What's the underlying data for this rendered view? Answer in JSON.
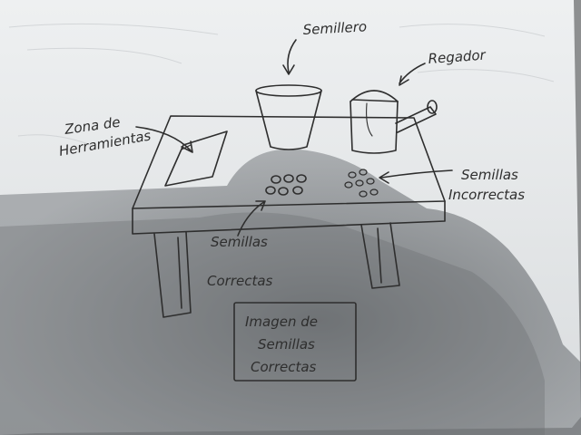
{
  "labels": {
    "seedbed": "Semillero",
    "watering_can": "Regador",
    "tool_zone_line1": "Zona de",
    "tool_zone_line2": "Herramientas",
    "correct_seeds_line1": "Semillas",
    "correct_seeds_line2": "Correctas",
    "incorrect_seeds_line1": "Semillas",
    "incorrect_seeds_line2": "Incorrectas",
    "image_box_line1": "Imagen de",
    "image_box_line2": "Semillas",
    "image_box_line3": "Correctas"
  },
  "colors": {
    "paper_light": "#e9ebec",
    "paper_shadow": "#6f7275",
    "ink": "#2e2e2e"
  }
}
